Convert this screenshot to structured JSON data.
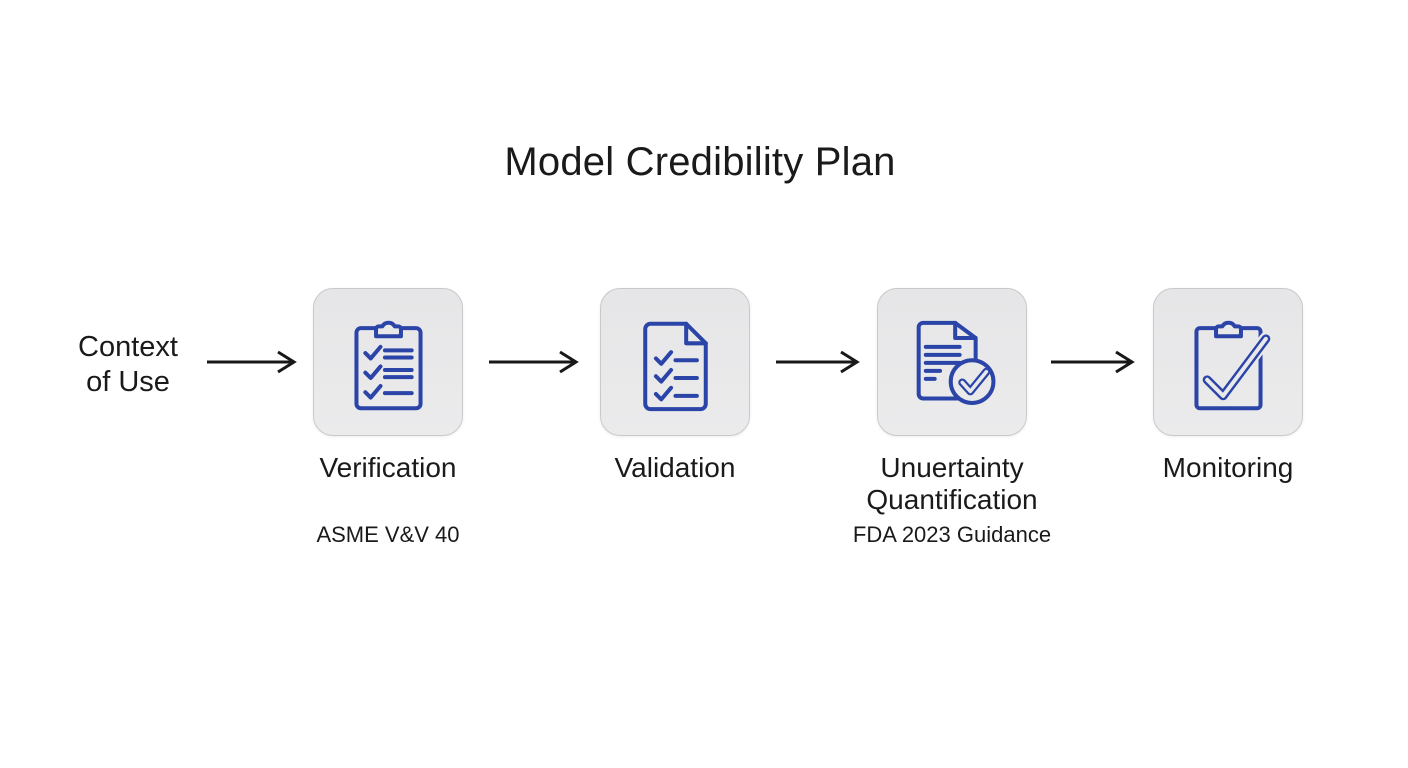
{
  "title": "Model Credibility Plan",
  "context_of_use": {
    "line1": "Context",
    "line2": "of Use"
  },
  "stages": [
    {
      "label": "Verification",
      "sublabel": "ASME V&V 40",
      "icon": "clipboard-checklist-icon"
    },
    {
      "label": "Validation",
      "sublabel": "",
      "icon": "document-checklist-icon"
    },
    {
      "label": "Unuertainty Quantification",
      "sublabel": "FDA 2023 Guidance",
      "icon": "document-check-badge-icon"
    },
    {
      "label": "Monitoring",
      "sublabel": "",
      "icon": "clipboard-check-icon"
    }
  ],
  "colors": {
    "background": "#ffffff",
    "text": "#1a1a1a",
    "arrow": "#181818",
    "icon_blue": "#2b44a8",
    "box_fill": "#e9e9ea",
    "box_border": "#c9c9c9"
  }
}
